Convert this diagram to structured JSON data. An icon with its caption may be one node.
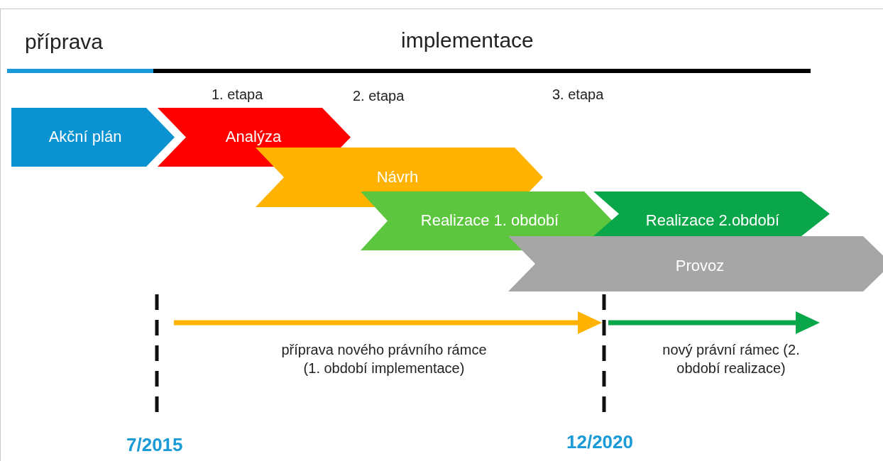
{
  "diagram": {
    "nodes": [
      {
        "text": [
          "Akční plán"
        ]
      },
      {
        "text": [
          "Analýza"
        ]
      },
      {
        "text": [
          "Návrh"
        ]
      },
      {
        "text": [
          "Realizace 1. období"
        ]
      },
      {
        "text": [
          "Realizace 2.období"
        ]
      },
      {
        "text": [
          "Provoz"
        ]
      }
    ],
    "labels": [
      "příprava",
      "implementace",
      "1. etapa",
      "2. etapa",
      "3. etapa",
      "příprava nového právního rámce (1. období implementace)",
      "nový právní rámec (2. období realizace)",
      "7/2015",
      "12/2020"
    ]
  }
}
